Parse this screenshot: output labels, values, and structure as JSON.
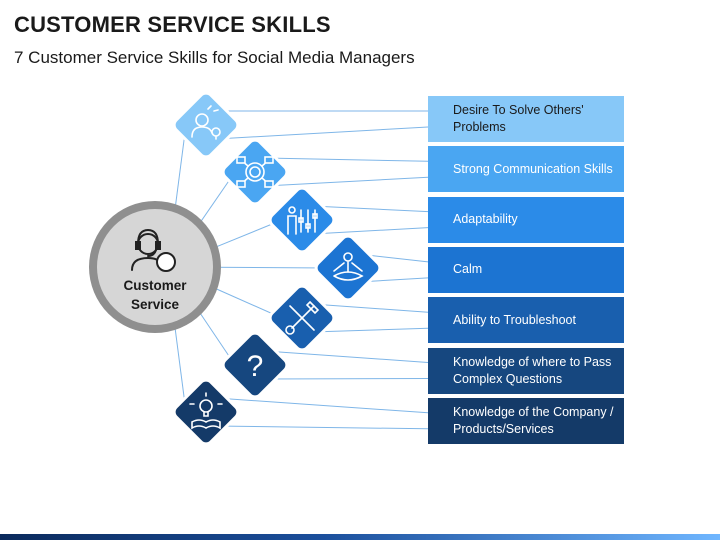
{
  "title": "CUSTOMER SERVICE SKILLS",
  "subtitle": "7 Customer Service Skills for Social Media Managers",
  "hub": {
    "label_line1": "Customer",
    "label_line2": "Service",
    "icon": "customer-service-agent-icon"
  },
  "skills": [
    {
      "label": "Desire To Solve Others' Problems",
      "icon": "thinking-person-lightbulb-icon",
      "color": "#87c8f8",
      "text_color": "#1a1a1a"
    },
    {
      "label": "Strong Communication Skills",
      "icon": "network-people-icon",
      "color": "#4aa6f2",
      "text_color": "#ffffff"
    },
    {
      "label": "Adaptability",
      "icon": "adjusting-person-icon",
      "color": "#2b8be8",
      "text_color": "#ffffff"
    },
    {
      "label": "Calm",
      "icon": "meditation-icon",
      "color": "#1c74d2",
      "text_color": "#ffffff"
    },
    {
      "label": "Ability to Troubleshoot",
      "icon": "wrench-screwdriver-icon",
      "color": "#195fae",
      "text_color": "#ffffff"
    },
    {
      "label": "Knowledge of where to Pass Complex Questions",
      "icon": "question-mark-icon",
      "color": "#16477f",
      "text_color": "#ffffff"
    },
    {
      "label": "Knowledge of the Company / Products/Services",
      "icon": "book-lightbulb-icon",
      "color": "#143a68",
      "text_color": "#ffffff"
    }
  ],
  "question_glyph": "?"
}
